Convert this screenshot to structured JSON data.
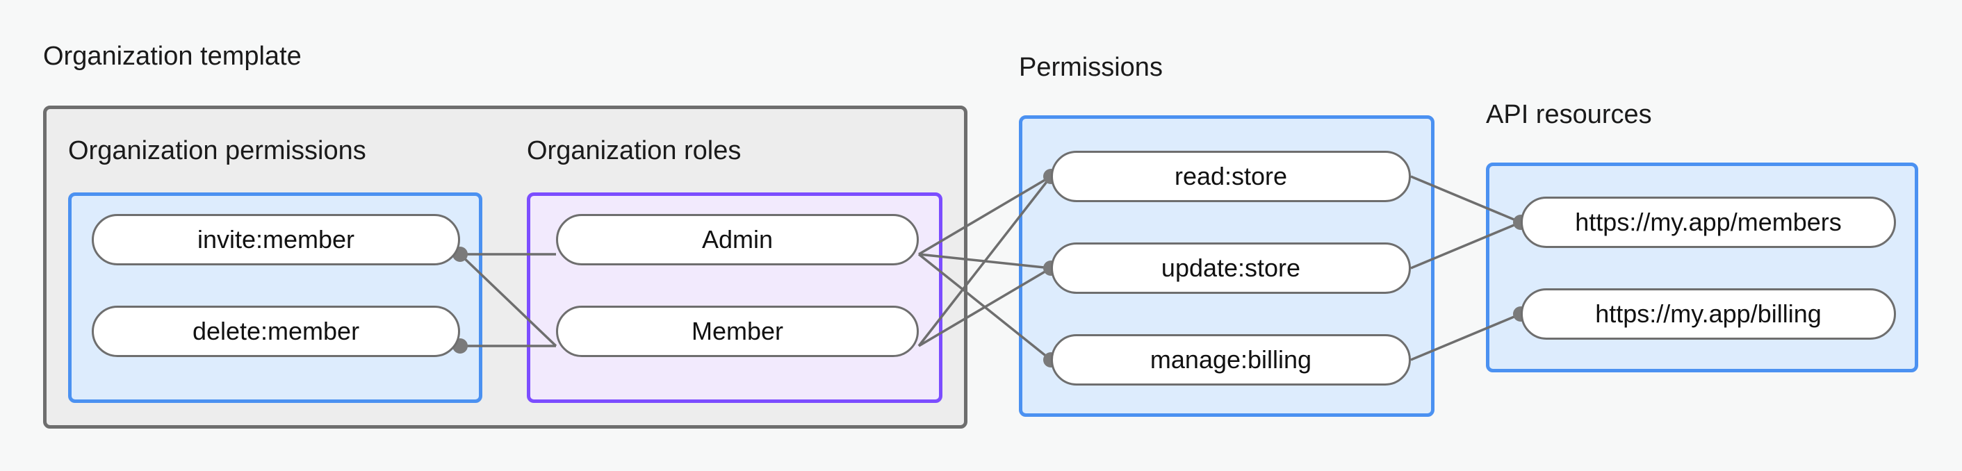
{
  "diagram": {
    "title_groups": [
      {
        "id": "organization-template",
        "label": "Organization template"
      },
      {
        "id": "permissions",
        "label": "Permissions"
      },
      {
        "id": "api-resources",
        "label": "API resources"
      }
    ],
    "subgroups": [
      {
        "id": "organization-permissions",
        "label": "Organization permissions"
      },
      {
        "id": "organization-roles",
        "label": "Organization roles"
      }
    ],
    "nodes": {
      "organization_permissions": [
        {
          "id": "invite-member",
          "label": "invite:member"
        },
        {
          "id": "delete-member",
          "label": "delete:member"
        }
      ],
      "organization_roles": [
        {
          "id": "admin",
          "label": "Admin"
        },
        {
          "id": "member",
          "label": "Member"
        }
      ],
      "permissions": [
        {
          "id": "read-store",
          "label": "read:store"
        },
        {
          "id": "update-store",
          "label": "update:store"
        },
        {
          "id": "manage-billing",
          "label": "manage:billing"
        }
      ],
      "api_resources": [
        {
          "id": "members-endpoint",
          "label": "https://my.app/members"
        },
        {
          "id": "billing-endpoint",
          "label": "https://my.app/billing"
        }
      ]
    },
    "edges": [
      {
        "from": "invite-member",
        "to": "admin"
      },
      {
        "from": "invite-member",
        "to": "member"
      },
      {
        "from": "delete-member",
        "to": "member"
      },
      {
        "from": "admin",
        "to": "read-store"
      },
      {
        "from": "admin",
        "to": "update-store"
      },
      {
        "from": "admin",
        "to": "manage-billing"
      },
      {
        "from": "member",
        "to": "read-store"
      },
      {
        "from": "member",
        "to": "update-store"
      },
      {
        "from": "read-store",
        "to": "members-endpoint"
      },
      {
        "from": "update-store",
        "to": "members-endpoint"
      },
      {
        "from": "manage-billing",
        "to": "billing-endpoint"
      }
    ],
    "colors": {
      "background": "#f7f8f8",
      "group_gray_fill": "#ededed",
      "group_gray_border": "#6e6e6e",
      "group_blue_fill": "#ddecfd",
      "group_blue_border": "#4b91f1",
      "group_purple_fill": "#f2eafd",
      "group_purple_border": "#7c4dff",
      "node_fill": "#ffffff",
      "node_border": "#6e6e6e",
      "edge_line": "#6e6e6e",
      "edge_dot": "#7a7a7a",
      "text": "#1a1a1a"
    }
  }
}
